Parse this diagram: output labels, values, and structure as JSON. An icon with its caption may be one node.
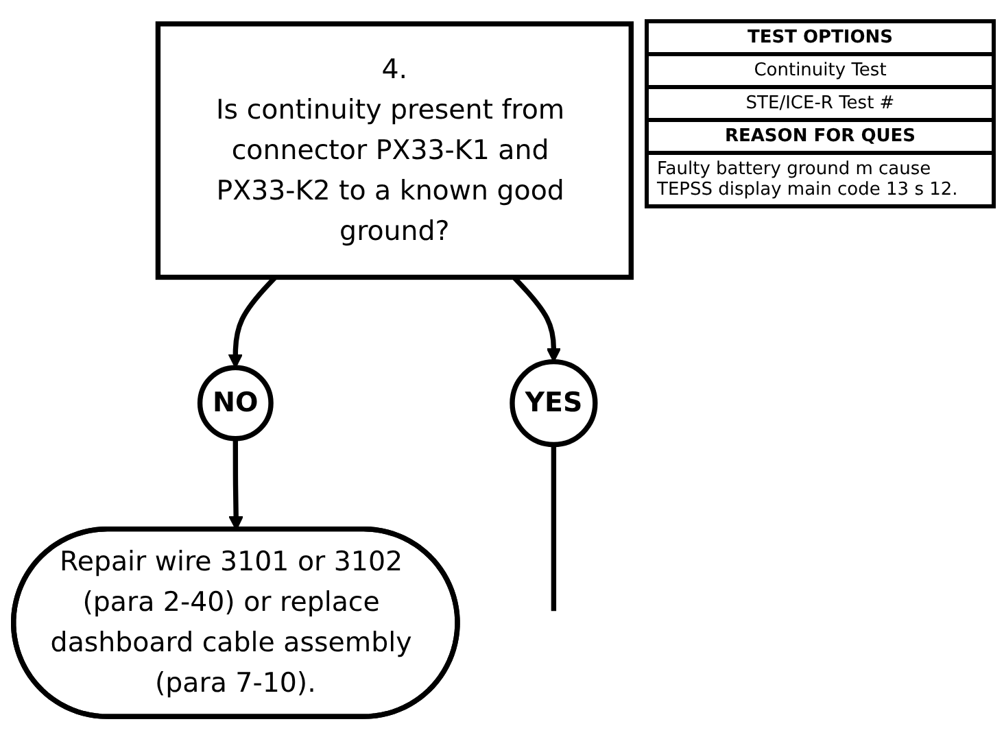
{
  "diagram": {
    "nodes": [
      {
        "text": [
          "4.",
          "Is continuity present from connector PX33-K1 and PX33-K2 to a known good ground?"
        ]
      },
      {
        "text": [
          "NO"
        ]
      },
      {
        "text": [
          "YES"
        ]
      },
      {
        "text": [
          "Repair wire 3101 or 3102 (para 2-40) or replace dashboard cable assembly (para 7-10)."
        ]
      }
    ],
    "edges": [
      {
        "from": 0,
        "to": 1,
        "arrow": "to"
      },
      {
        "from": 0,
        "to": 2,
        "arrow": "to"
      },
      {
        "from": 1,
        "to": 3,
        "arrow": "to"
      },
      {
        "from": 2,
        "to": null,
        "arrow": "none"
      }
    ],
    "labels": [
      "TEST OPTIONS",
      "Continuity Test",
      "STE/ICE-R Test #",
      "REASON FOR QUES",
      "Faulty battery ground m cause TEPSS display main code 13 s 12."
    ]
  }
}
